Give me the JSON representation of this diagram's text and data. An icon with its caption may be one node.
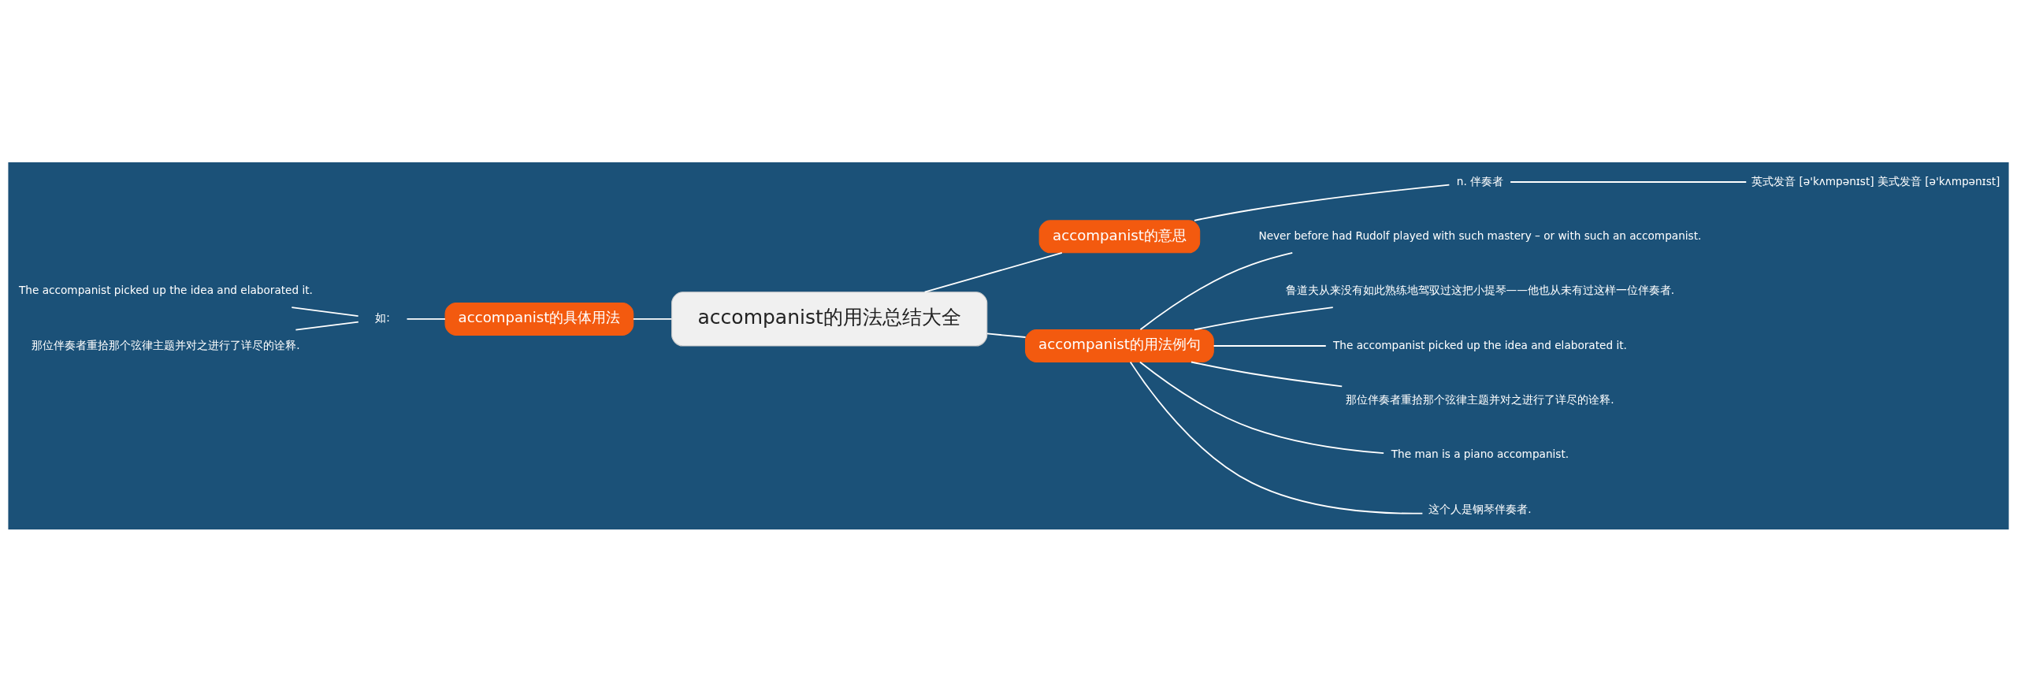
{
  "diagram": {
    "nodes": [
      {
        "text": [
          "accompanist的用法总结大全"
        ]
      },
      {
        "text": [
          "accompanist的意思"
        ]
      },
      {
        "text": [
          "n. 伴奏者"
        ]
      },
      {
        "text": [
          "英式发音 [ə'kʌmpənɪst] 美式发音 [ə'kʌmpənɪst]"
        ]
      },
      {
        "text": [
          "accompanist的具体用法"
        ]
      },
      {
        "text": [
          "如:"
        ]
      },
      {
        "text": [
          "The accompanist picked up the idea and elaborated it."
        ]
      },
      {
        "text": [
          "那位伴奏者重拾那个弦律主题并对之进行了详尽的诠释."
        ]
      },
      {
        "text": [
          "accompanist的用法例句"
        ]
      },
      {
        "text": [
          "Never before had Rudolf played with such mastery – or with such an accompanist."
        ]
      },
      {
        "text": [
          "鲁道夫从来没有如此熟练地驾驭过这把小提琴——他也从未有过这样一位伴奏者."
        ]
      },
      {
        "text": [
          "The accompanist picked up the idea and elaborated it."
        ]
      },
      {
        "text": [
          "那位伴奏者重拾那个弦律主题并对之进行了详尽的诠释."
        ]
      },
      {
        "text": [
          "The man is a piano accompanist."
        ]
      },
      {
        "text": [
          "这个人是钢琴伴奏者."
        ]
      }
    ],
    "edges": [
      {
        "from": 0,
        "to": 1,
        "arrow": "none"
      },
      {
        "from": 1,
        "to": 2,
        "arrow": "none"
      },
      {
        "from": 2,
        "to": 3,
        "arrow": "none"
      },
      {
        "from": 0,
        "to": 4,
        "arrow": "none"
      },
      {
        "from": 4,
        "to": 5,
        "arrow": "none"
      },
      {
        "from": 5,
        "to": 6,
        "arrow": "none"
      },
      {
        "from": 5,
        "to": 7,
        "arrow": "none"
      },
      {
        "from": 0,
        "to": 8,
        "arrow": "none"
      },
      {
        "from": 8,
        "to": 9,
        "arrow": "none"
      },
      {
        "from": 8,
        "to": 10,
        "arrow": "none"
      },
      {
        "from": 8,
        "to": 11,
        "arrow": "none"
      },
      {
        "from": 8,
        "to": 12,
        "arrow": "none"
      },
      {
        "from": 8,
        "to": 13,
        "arrow": "none"
      },
      {
        "from": 8,
        "to": 14,
        "arrow": "none"
      }
    ]
  }
}
